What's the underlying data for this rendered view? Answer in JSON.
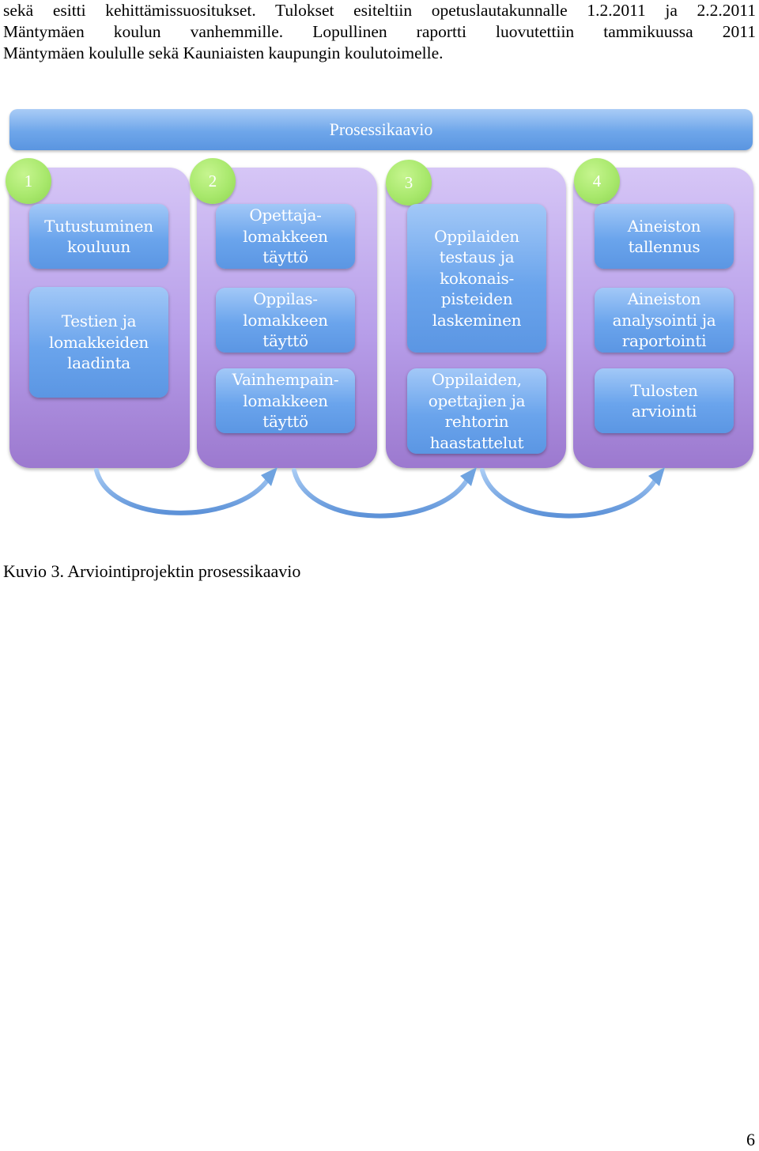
{
  "intro": {
    "line1": "sekä esitti kehittämissuositukset. Tulokset esiteltiin opetuslautakunnalle 1.2.2011 ja 2.2.2011",
    "line2": "Mäntymäen koulun vanhemmille. Lopullinen raportti luovutettiin tammikuussa 2011",
    "line3": "Mäntymäen koululle sekä Kauniaisten kaupungin koulutoimelle."
  },
  "diagram": {
    "title": "Prosessikaavio",
    "columns": [
      {
        "number": "1",
        "steps": [
          [
            "Tutustuminen",
            "kouluun"
          ],
          [
            "Testien ja",
            "lomakkeiden",
            "laadinta"
          ]
        ]
      },
      {
        "number": "2",
        "steps": [
          [
            "Opettaja-",
            "lomakkeen",
            "täyttö"
          ],
          [
            "Oppilas-",
            "lomakkeen",
            "täyttö"
          ],
          [
            "Vainhempain-",
            "lomakkeen",
            "täyttö"
          ]
        ]
      },
      {
        "number": "3",
        "steps": [
          [
            "Oppilaiden",
            "testaus ja",
            "kokonais-",
            "pisteiden",
            "laskeminen"
          ],
          [
            "Oppilaiden,",
            "opettajien ja",
            "rehtorin",
            "haastattelut"
          ]
        ]
      },
      {
        "number": "4",
        "steps": [
          [
            "Aineiston",
            "tallennus"
          ],
          [
            "Aineiston",
            "analysointi ja",
            "raportointi"
          ],
          [
            "Tulosten",
            "arviointi"
          ]
        ]
      }
    ],
    "colors": {
      "title_bar": "#6ea6ea",
      "column": "#b79ee9",
      "number_circle": "#a8e86c",
      "step_box": "#6aa4ec",
      "arrow": "#6fa3e0"
    }
  },
  "caption": "Kuvio 3. Arviointiprojektin prosessikaavio",
  "page_number": "6"
}
